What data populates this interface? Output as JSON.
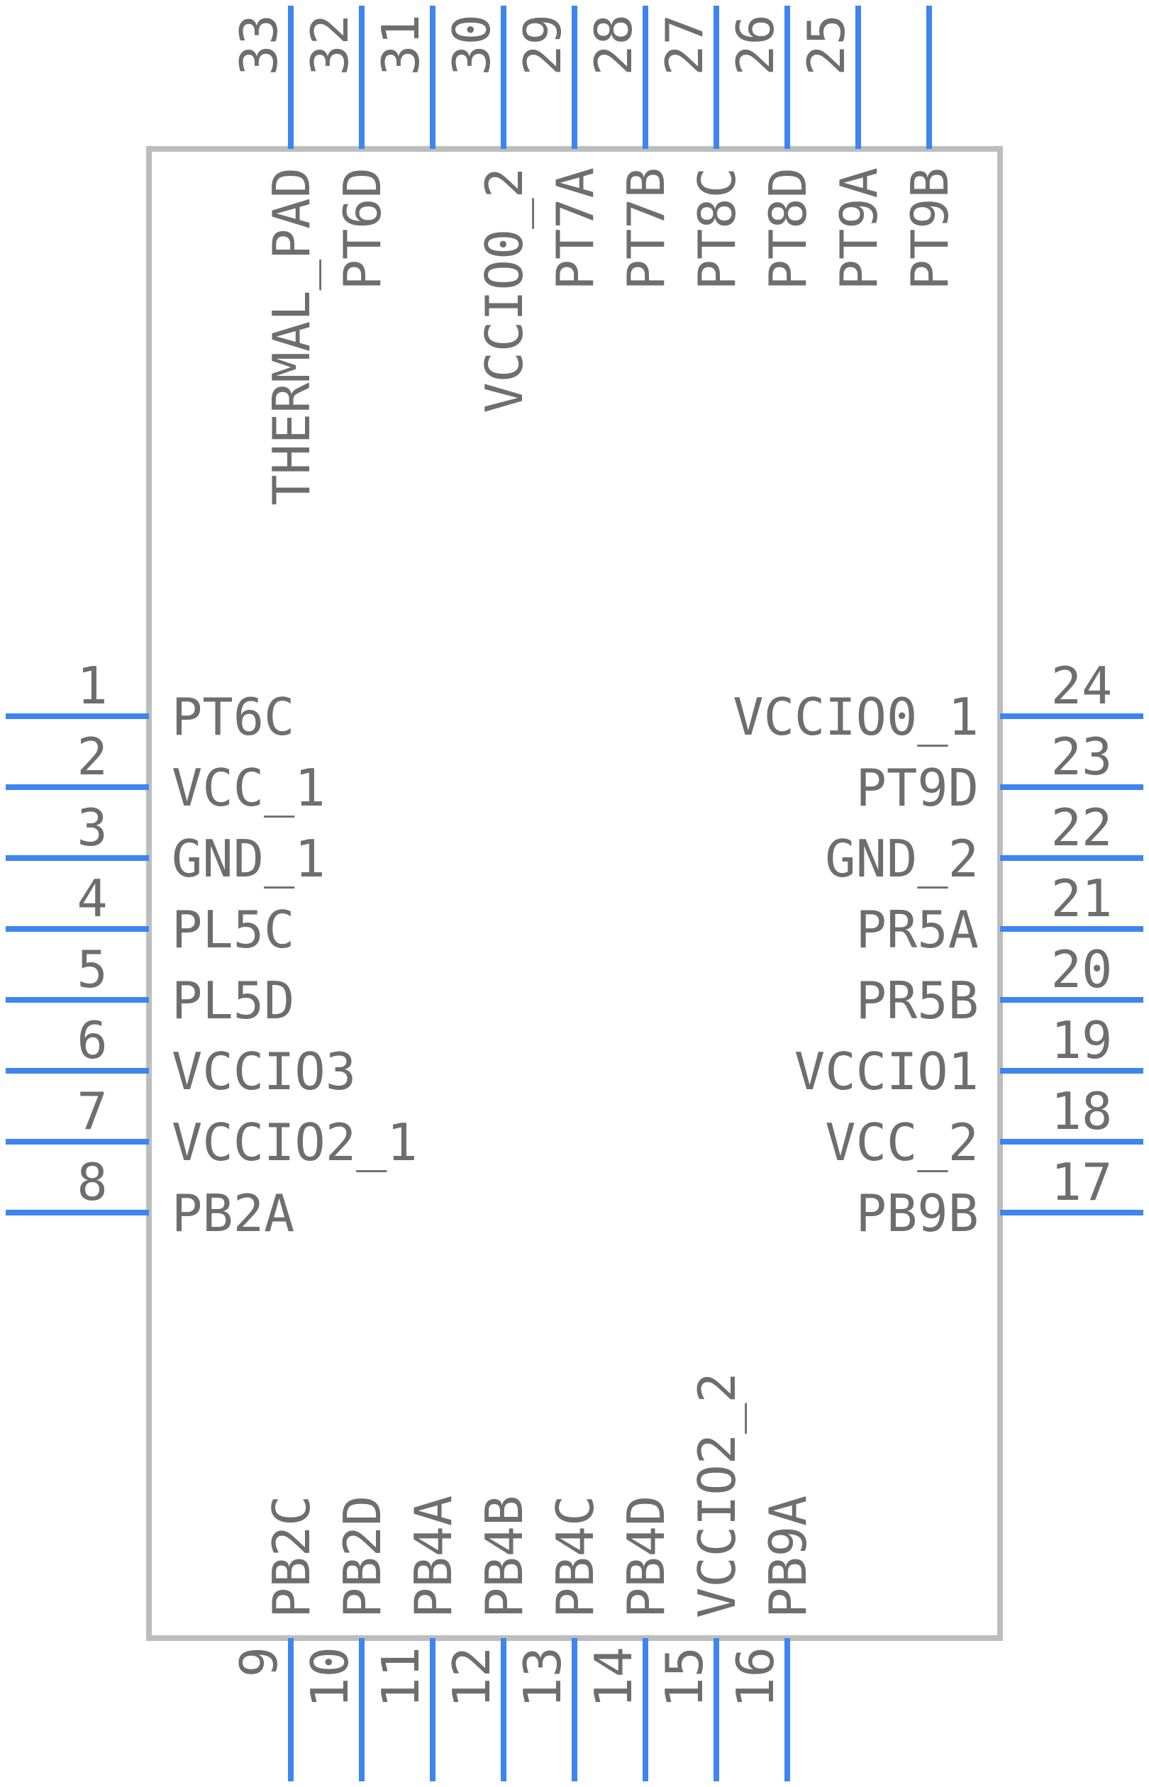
{
  "colors": {
    "pin_line": "#3d85f0",
    "body_outline": "#bdbdbd",
    "text": "#6e6e6e"
  },
  "left_pins": [
    {
      "number": "1",
      "label": "PT6C"
    },
    {
      "number": "2",
      "label": "VCC_1"
    },
    {
      "number": "3",
      "label": "GND_1"
    },
    {
      "number": "4",
      "label": "PL5C"
    },
    {
      "number": "5",
      "label": "PL5D"
    },
    {
      "number": "6",
      "label": "VCCIO3"
    },
    {
      "number": "7",
      "label": "VCCIO2_1"
    },
    {
      "number": "8",
      "label": "PB2A"
    }
  ],
  "right_pins": [
    {
      "number": "24",
      "label": "VCCIO0_1"
    },
    {
      "number": "23",
      "label": "PT9D"
    },
    {
      "number": "22",
      "label": "GND_2"
    },
    {
      "number": "21",
      "label": "PR5A"
    },
    {
      "number": "20",
      "label": "PR5B"
    },
    {
      "number": "19",
      "label": "VCCIO1"
    },
    {
      "number": "18",
      "label": "VCC_2"
    },
    {
      "number": "17",
      "label": "PB9B"
    }
  ],
  "top_pins": [
    {
      "number": "33",
      "label": "THERMAL_PAD"
    },
    {
      "number": "32",
      "label": "PT6D"
    },
    {
      "number": "31",
      "label": ""
    },
    {
      "number": "30",
      "label": "VCCIO0_2"
    },
    {
      "number": "29",
      "label": "PT7A"
    },
    {
      "number": "28",
      "label": "PT7B"
    },
    {
      "number": "27",
      "label": "PT8C"
    },
    {
      "number": "26",
      "label": "PT8D"
    },
    {
      "number": "25",
      "label": "PT9A"
    },
    {
      "number": "",
      "label": "PT9B"
    }
  ],
  "bottom_pins": [
    {
      "number": "9",
      "label": "PB2C"
    },
    {
      "number": "10",
      "label": "PB2D"
    },
    {
      "number": "11",
      "label": "PB4A"
    },
    {
      "number": "12",
      "label": "PB4B"
    },
    {
      "number": "13",
      "label": "PB4C"
    },
    {
      "number": "14",
      "label": "PB4D"
    },
    {
      "number": "15",
      "label": "VCCIO2_2"
    },
    {
      "number": "16",
      "label": "PB9A"
    }
  ]
}
